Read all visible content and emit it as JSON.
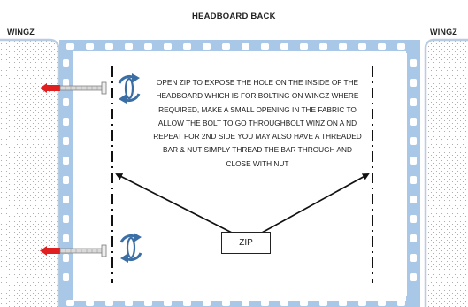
{
  "diagram": {
    "title": "HEADBOARD  BACK",
    "left_panel_label": "WINGZ",
    "right_panel_label": "WINGZ",
    "instructions": "OPEN ZIP TO EXPOSE THE HOLE ON THE INSIDE OF THE HEADBOARD WHICH IS FOR BOLTING ON WINGZ WHERE REQUIRED, MAKE A SMALL OPENING IN THE FABRIC TO ALLOW THE BOLT TO GO THROUGHBOLT WINZ ON A ND REPEAT FOR 2ND SIDE YOU MAY ALSO HAVE A THREADED BAR & NUT SIMPLY THREAD THE BAR THROUGH AND CLOSE WITH NUT",
    "zip_label": "ZIP"
  },
  "colors": {
    "border_blue": "#a9c8e8",
    "border_dot": "#ffffff",
    "panel_edge": "#b9cde2",
    "dotted_fill": "#9a9a9a",
    "bolt_red": "#e02020",
    "rotation_arrow": "#3a6ea5"
  },
  "icons": [
    "bolt-icon",
    "rotate-arrows-icon"
  ]
}
